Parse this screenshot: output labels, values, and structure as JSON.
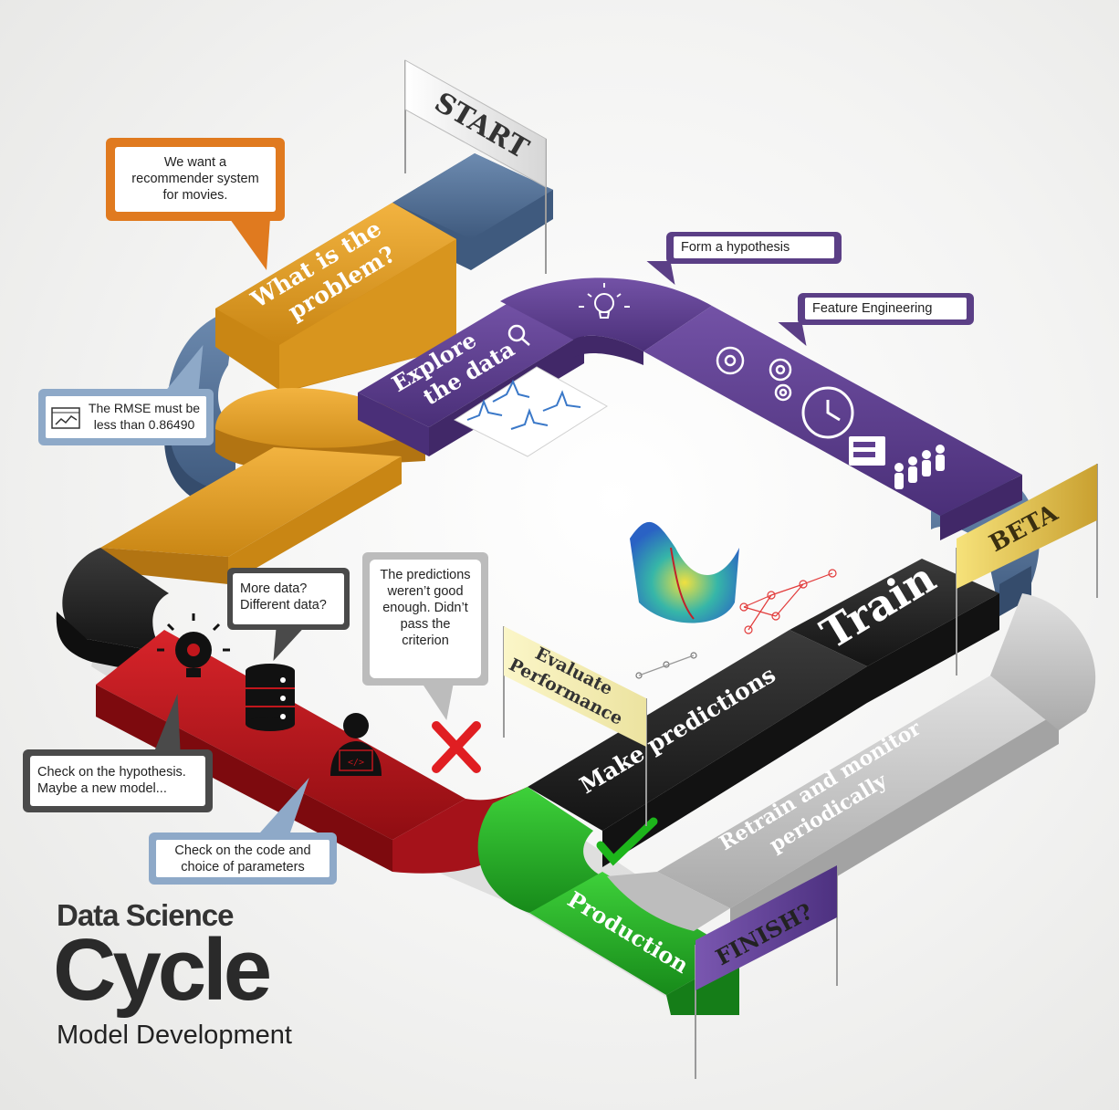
{
  "title": {
    "line1": "Data Science",
    "line2": "Cycle",
    "line3": "Model Development"
  },
  "flags": {
    "start": "START",
    "beta": "BETA",
    "evaluate": "Evaluate Performance",
    "finish": "FINISH?"
  },
  "segments": {
    "problem": "What is the problem?",
    "explore": "Explore the data",
    "train": "Train",
    "predictions": "Make predictions",
    "retrain": "Retrain and monitor periodically",
    "production": "Production"
  },
  "callouts": {
    "recommender": "We want a recommender system for movies.",
    "rmse": "The RMSE must be less than 0.86490",
    "hypothesis": "Form a hypothesis",
    "feature": "Feature Engineering",
    "more_data": "More data? Different data?",
    "predictions_bad": "The predictions weren’t good enough. Didn’t pass the criterion",
    "check_hypothesis": "Check on the hypothesis. Maybe a new model...",
    "check_code": "Check on the code and choice of parameters"
  },
  "colors": {
    "blue": "#56749a",
    "orange": "#e4a12a",
    "purple": "#5f3f8f",
    "black": "#262626",
    "red": "#c1161c",
    "green": "#2fb52f",
    "grey": "#c9c9c9",
    "callout_orange": "#e07a1f",
    "callout_blue": "#8ea9c8",
    "callout_purple": "#5b3f86",
    "callout_grey": "#bcbcbc",
    "callout_dark": "#4a4a4a"
  },
  "icons": [
    "lightbulb-icon",
    "magnifier-icon",
    "gear-icon",
    "clock-icon",
    "clapperboard-icon",
    "people-icon",
    "database-icon",
    "coder-icon",
    "x-mark-icon",
    "checkmark-icon",
    "chart-icon"
  ]
}
